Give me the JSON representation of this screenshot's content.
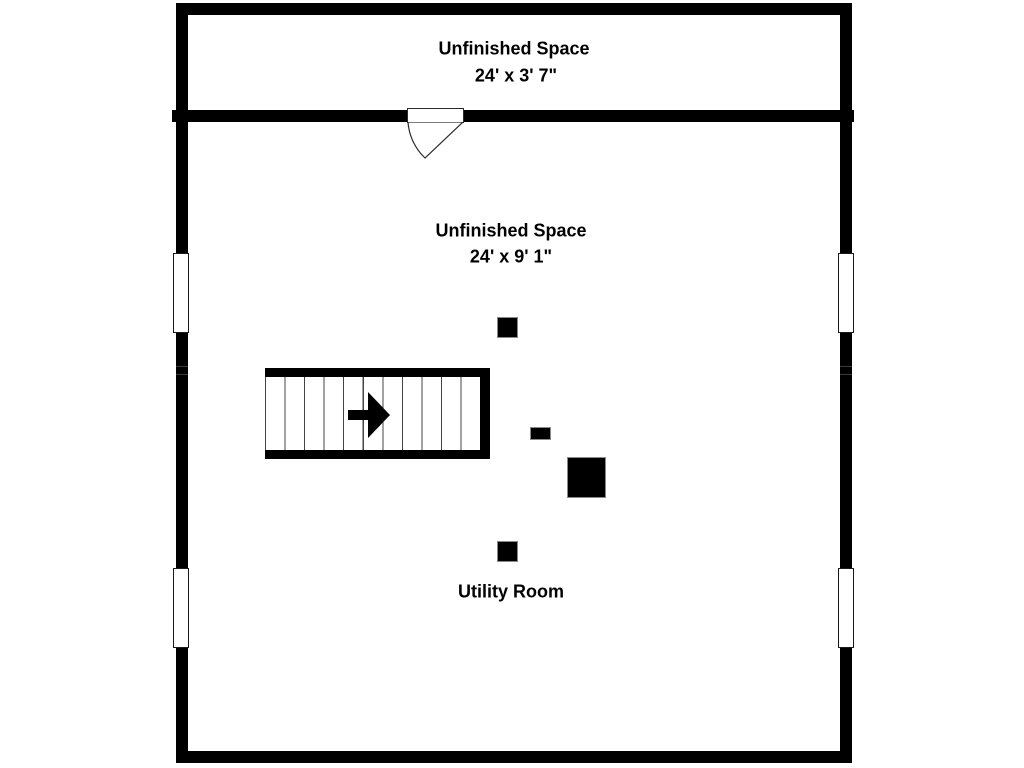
{
  "floor_plan": {
    "colors": {
      "background": "#ffffff",
      "walls": "#000000",
      "text": "#000000"
    },
    "rooms": [
      {
        "name": "Unfinished Space",
        "dimensions": "24' x 3' 7\""
      },
      {
        "name": "Unfinished Space",
        "dimensions": "24' x 9' 1\""
      },
      {
        "name": "Utility Room"
      }
    ],
    "icons": {
      "stair_arrow": "right-arrow",
      "door": "door-swing-arc"
    }
  }
}
